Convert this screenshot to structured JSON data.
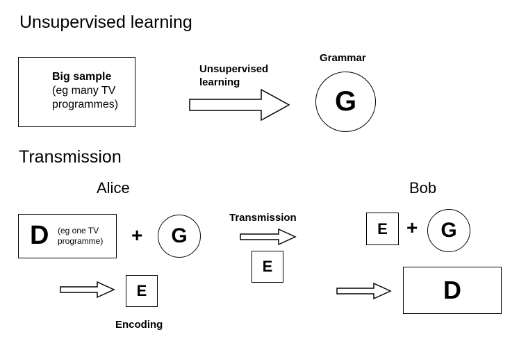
{
  "section1": {
    "title": "Unsupervised learning",
    "sample_box": {
      "bold": "Big sample",
      "line2": "(eg many TV",
      "line3": "programmes)"
    },
    "arrow_label": {
      "line1": "Unsupervised",
      "line2": "learning"
    },
    "grammar_label": "Grammar",
    "grammar_symbol": "G"
  },
  "section2": {
    "title": "Transmission",
    "alice": {
      "name": "Alice",
      "data_symbol": "D",
      "data_note": {
        "line1": "(eg one TV",
        "line2": "programme)"
      },
      "plus": "+",
      "grammar_symbol": "G",
      "encoded_symbol": "E",
      "encoding_label": "Encoding"
    },
    "channel": {
      "label": "Transmission",
      "encoded_symbol": "E"
    },
    "bob": {
      "name": "Bob",
      "encoded_symbol": "E",
      "plus": "+",
      "grammar_symbol": "G",
      "decoded_symbol": "D"
    }
  }
}
